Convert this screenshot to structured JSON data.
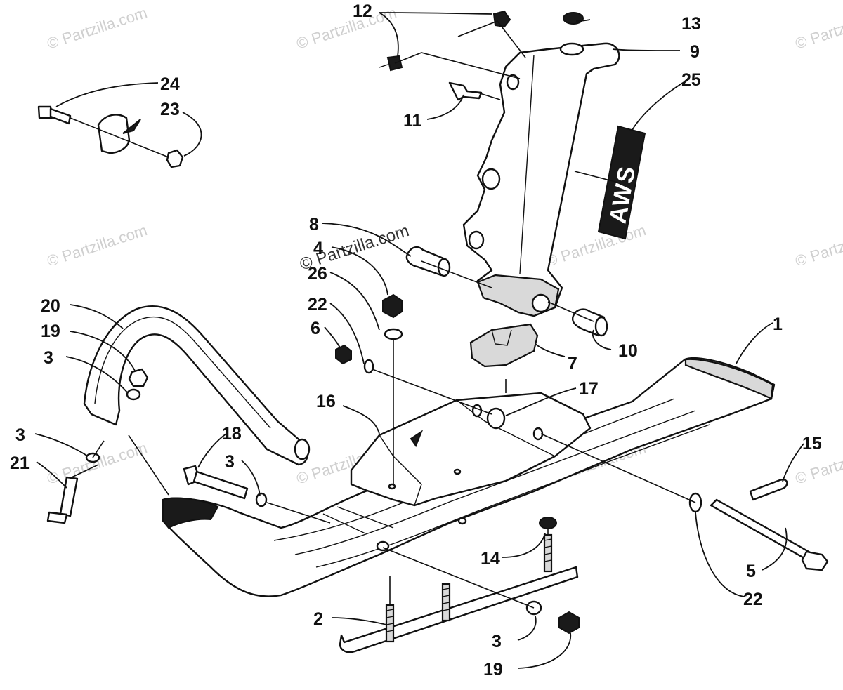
{
  "watermark": {
    "text": "© Partzilla.com",
    "center_text": "© Partzilla.com"
  },
  "badge": {
    "logo": "AWS",
    "subtitle": "ARCTIC WISHBONE SUSPENSION"
  },
  "callouts": {
    "c1": "1",
    "c2": "2",
    "c3a": "3",
    "c3b": "3",
    "c3c": "3",
    "c3d": "3",
    "c4": "4",
    "c5": "5",
    "c6": "6",
    "c7": "7",
    "c8": "8",
    "c9": "9",
    "c10": "10",
    "c11": "11",
    "c12": "12",
    "c13": "13",
    "c14": "14",
    "c15": "15",
    "c16": "16",
    "c17": "17",
    "c18": "18",
    "c19a": "19",
    "c19b": "19",
    "c20": "20",
    "c21": "21",
    "c22a": "22",
    "c22b": "22",
    "c23": "23",
    "c24": "24",
    "c25": "25",
    "c26": "26"
  }
}
